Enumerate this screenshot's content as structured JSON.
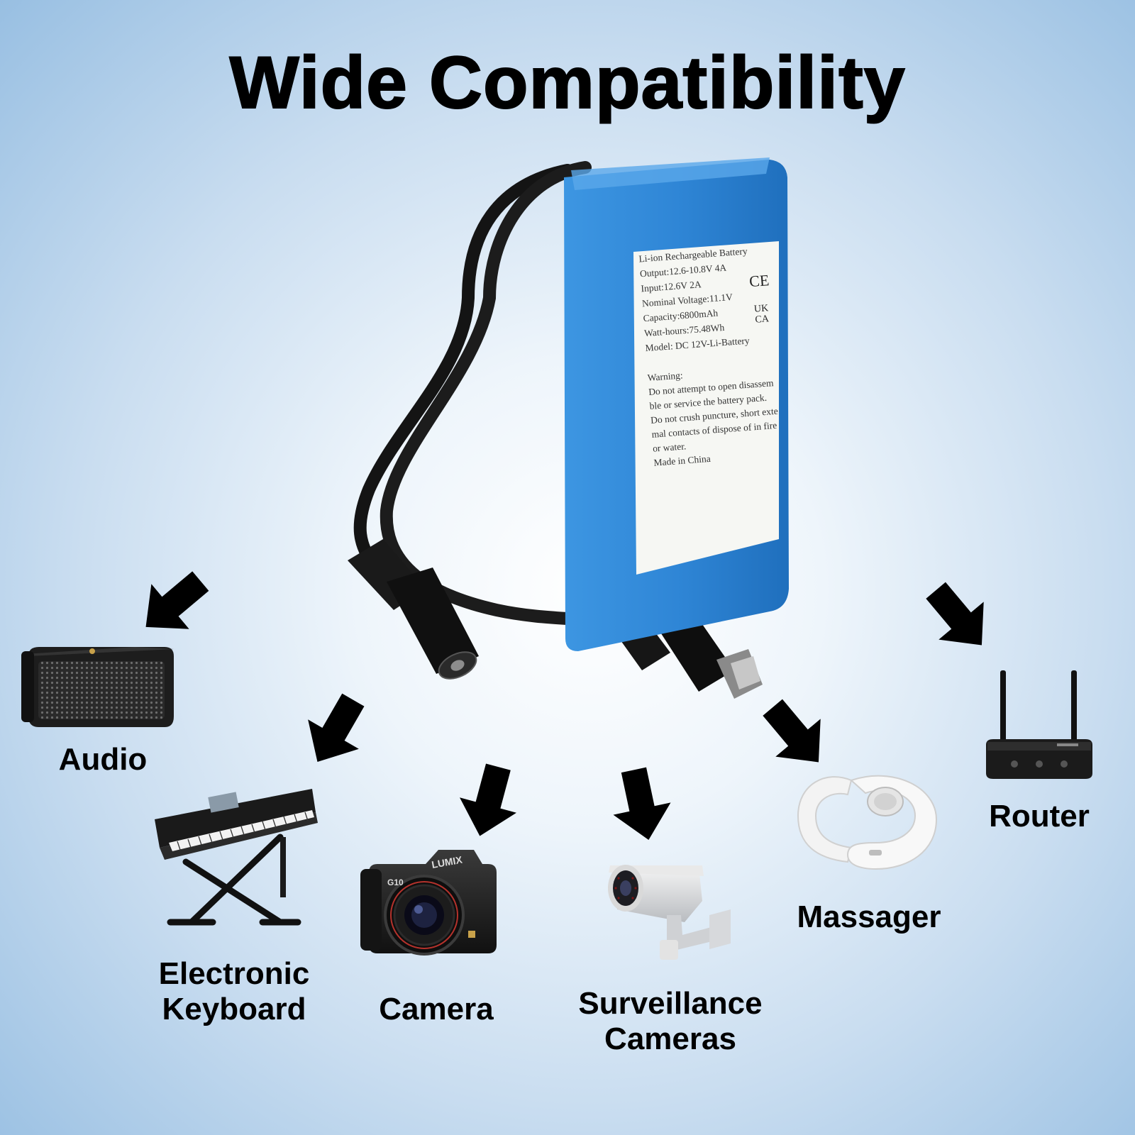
{
  "title": "Wide Compatibility",
  "battery_label": {
    "lines": [
      "Li-ion Rechargeable Battery",
      "Output:12.6-10.8V 4A",
      "Input:12.6V 2A",
      "Nominal Voltage:11.1V",
      "Capacity:6800mAh",
      "Watt-hours:75.48Wh",
      "Model: DC 12V-Li-Battery"
    ],
    "warning": [
      "Warning:",
      "Do not attempt to open disassem",
      "ble or service the battery pack.",
      "Do not crush puncture, short exte",
      "mal contacts of dispose of in fire",
      "or water.",
      "Made in China"
    ],
    "marks": {
      "ce": "CE",
      "ukca_top": "UK",
      "ukca_bottom": "CA"
    }
  },
  "devices": {
    "audio": {
      "label": "Audio"
    },
    "keyboard": {
      "label_line1": "Electronic",
      "label_line2": "Keyboard"
    },
    "camera": {
      "label": "Camera",
      "brand": "LUMIX",
      "model": "G10"
    },
    "surveillance": {
      "label_line1": "Surveillance",
      "label_line2": "Cameras"
    },
    "massager": {
      "label": "Massager"
    },
    "router": {
      "label": "Router"
    }
  },
  "colors": {
    "battery_blue": "#2f86d6",
    "background_edge": "#98bfe2",
    "text": "#000000"
  }
}
